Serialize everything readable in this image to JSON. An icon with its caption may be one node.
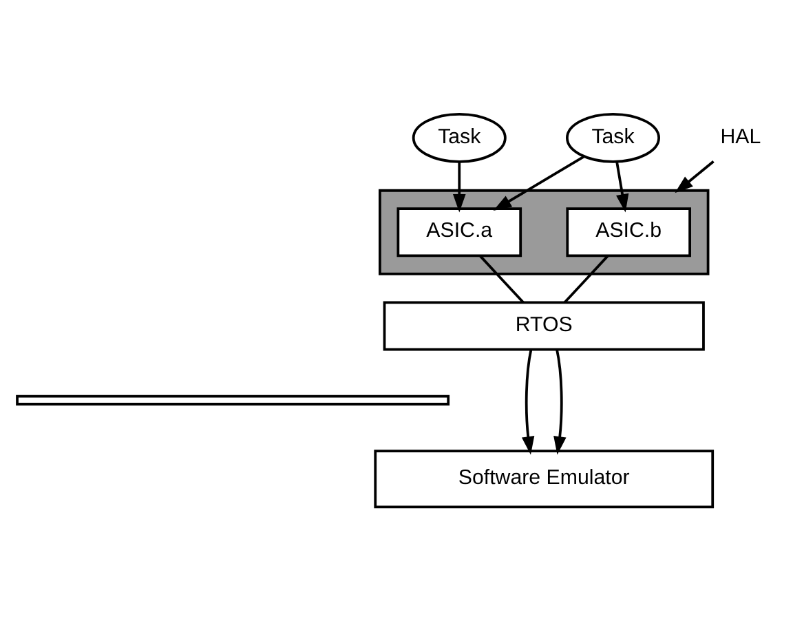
{
  "diagram": {
    "nodes": [
      {
        "text": [
          "Task"
        ]
      },
      {
        "text": [
          "Task"
        ]
      },
      {
        "text": [
          "HAL"
        ]
      },
      {
        "text": [],
        "shape": "box"
      },
      {
        "text": [
          "ASIC.a"
        ],
        "in": 3
      },
      {
        "text": [
          "ASIC.b"
        ],
        "in": 3
      },
      {
        "text": [
          "RTOS"
        ]
      },
      {
        "text": [],
        "shape": "bar"
      },
      {
        "text": [
          "Software Emulator"
        ]
      }
    ],
    "edges": [
      {
        "from": 0,
        "to": 4,
        "arrow": "to"
      },
      {
        "from": 1,
        "to": 4,
        "arrow": "to"
      },
      {
        "from": 1,
        "to": 5,
        "arrow": "to"
      },
      {
        "from": 2,
        "to": 3,
        "arrow": "to"
      },
      {
        "from": 4,
        "to": 6,
        "arrow": "none"
      },
      {
        "from": 5,
        "to": 6,
        "arrow": "none"
      },
      {
        "from": 6,
        "to": 8,
        "arrow": "to"
      },
      {
        "from": 6,
        "to": 8,
        "arrow": "to"
      }
    ]
  }
}
